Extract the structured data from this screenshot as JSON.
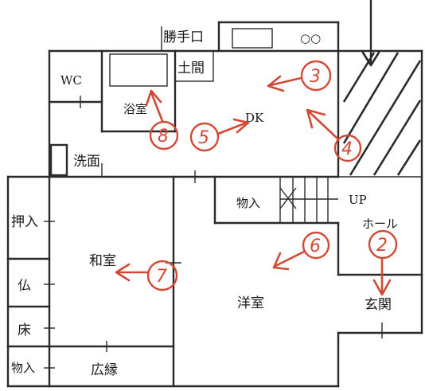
{
  "rooms": {
    "katteguchi": "勝手口",
    "doma": "土間",
    "wc": "WC",
    "yokushitsu": "浴室",
    "dk": "DK",
    "senmen": "洗面",
    "oshiire_1": "押入",
    "washitsu": "和室",
    "butsudan": "仏",
    "toko": "床",
    "monoire_1": "物入",
    "hiroen": "広縁",
    "monoire_2": "物入",
    "up": "UP",
    "hall": "ホール",
    "youshitsu": "洋室",
    "genkan": "玄関",
    "stove_burners": "○○"
  },
  "markers": [
    "2",
    "3",
    "4",
    "5",
    "6",
    "7",
    "8"
  ],
  "colors": {
    "line": "#2a2a2a",
    "marker": "#d24a36",
    "paper": "#ffffff"
  }
}
